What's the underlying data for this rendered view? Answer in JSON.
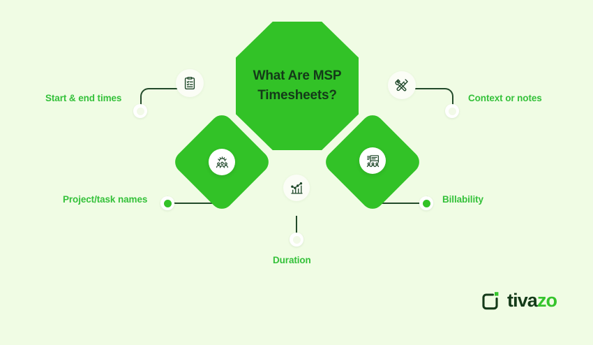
{
  "colors": {
    "background": "#f0fce4",
    "brand_green": "#32c227",
    "dark_green": "#143a19",
    "label_green": "#34c13a",
    "connector": "#224a2a",
    "badge_white": "#ffffff"
  },
  "center": {
    "title": "What Are MSP Timesheets?",
    "shape": "octagon"
  },
  "nodes": [
    {
      "id": "start-end-times",
      "label": "Start & end times",
      "icon": "clipboard-checklist-icon",
      "position": "top-left",
      "dot_style": "hollow"
    },
    {
      "id": "context-or-notes",
      "label": "Context or notes",
      "icon": "tools-wrench-screwdriver-icon",
      "position": "top-right",
      "dot_style": "hollow"
    },
    {
      "id": "project-task-names",
      "label": "Project/task names",
      "icon": "team-gear-icon",
      "position": "bottom-left",
      "dot_style": "filled"
    },
    {
      "id": "billability",
      "label": "Billability",
      "icon": "presentation-board-people-icon",
      "position": "bottom-right",
      "dot_style": "filled"
    },
    {
      "id": "duration",
      "label": "Duration",
      "icon": "bar-chart-trend-icon",
      "position": "bottom-center",
      "dot_style": "hollow"
    }
  ],
  "logo": {
    "name_part1": "tiva",
    "name_part2": "zo",
    "mark": "bracket-square-flag-icon"
  }
}
